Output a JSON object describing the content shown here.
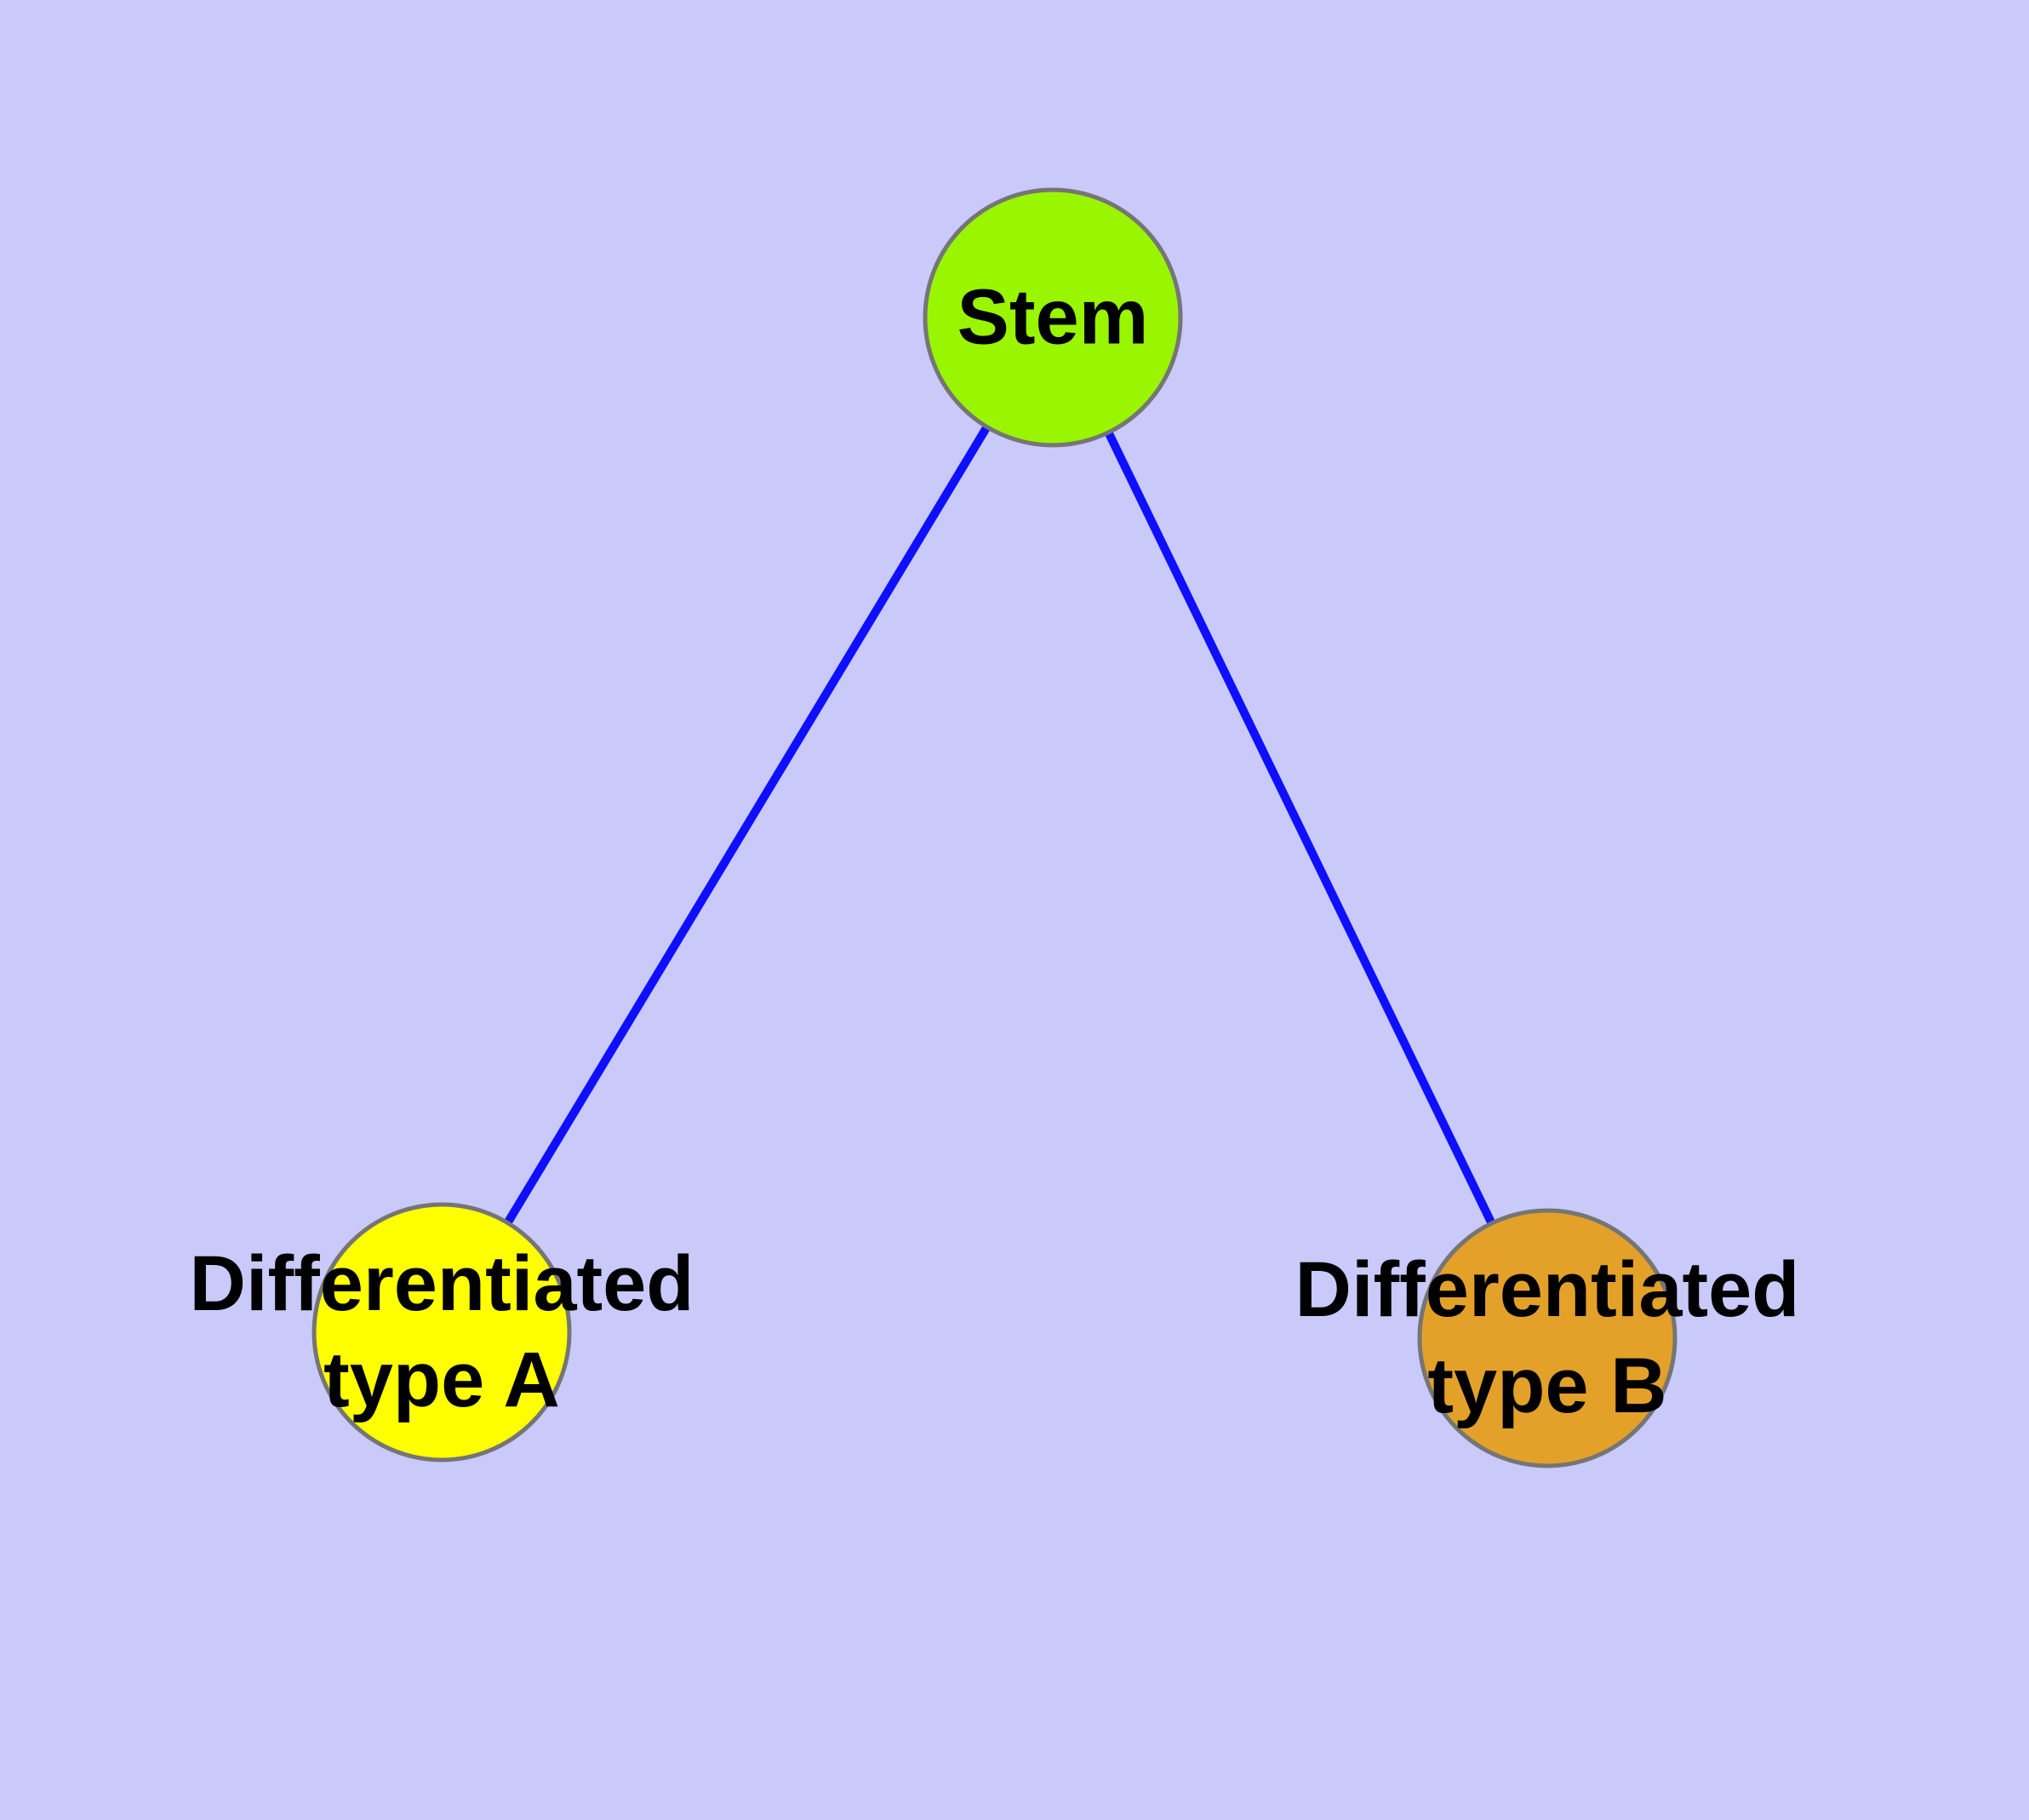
{
  "diagram": {
    "type": "node-link-tree",
    "description_visible_text_only": "Stem cell differentiation tree with one root node and two child nodes",
    "nodes": {
      "stem": {
        "label": "Stem"
      },
      "type_a": {
        "label_line1": "Differentiated",
        "label_line2": "type A"
      },
      "type_b": {
        "label_line1": "Differentiated",
        "label_line2": "type B"
      }
    },
    "edges": [
      {
        "from": "stem",
        "to": "type_a"
      },
      {
        "from": "stem",
        "to": "type_b"
      }
    ],
    "colors": {
      "background": "#c9c9fa",
      "edge": "#0f0fff",
      "node_border": "#757575",
      "stem_fill": "#99f500",
      "type_a_fill": "#ffff00",
      "type_b_fill": "#e3a129",
      "label_text": "#000000"
    }
  }
}
